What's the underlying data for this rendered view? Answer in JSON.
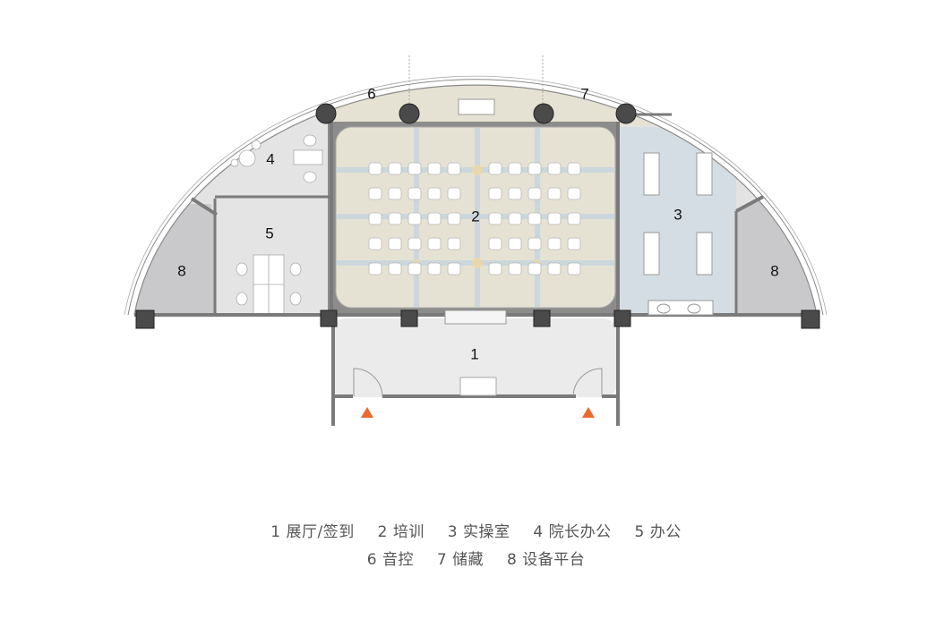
{
  "diagram": {
    "type": "architectural-floor-plan",
    "colors": {
      "training_floor": "#e6e2d3",
      "practice_room": "#d4dde4",
      "office": "#e6e6e6",
      "platform": "#c9c9cc",
      "hall": "#ebebeb",
      "column": "#4a4a4a",
      "wall": "#7a7a7a",
      "entrance_marker": "#ec6a2c",
      "grid_line": "#c2d1da"
    },
    "rooms": [
      {
        "id": "1",
        "label": "1",
        "name": "展厅/签到"
      },
      {
        "id": "2",
        "label": "2",
        "name": "培训",
        "seating": {
          "blocks": 2,
          "rows": 5,
          "seats_per_row_per_block": 5,
          "total": 50
        }
      },
      {
        "id": "3",
        "label": "3",
        "name": "实操室",
        "tables": 4,
        "sinks": 2
      },
      {
        "id": "4",
        "label": "4",
        "name": "院长办公"
      },
      {
        "id": "5",
        "label": "5",
        "name": "办公",
        "desks": 4,
        "chairs": 4
      },
      {
        "id": "6",
        "label": "6",
        "name": "音控"
      },
      {
        "id": "7",
        "label": "7",
        "name": "储藏"
      },
      {
        "id": "8a",
        "label": "8",
        "name": "设备平台"
      },
      {
        "id": "8b",
        "label": "8",
        "name": "设备平台"
      }
    ],
    "entrances": 2
  },
  "legend": {
    "row1": [
      {
        "num": "1",
        "name": "展厅/签到"
      },
      {
        "num": "2",
        "name": "培训"
      },
      {
        "num": "3",
        "name": "实操室"
      },
      {
        "num": "4",
        "name": "院长办公"
      },
      {
        "num": "5",
        "name": "办公"
      }
    ],
    "row2": [
      {
        "num": "6",
        "name": "音控"
      },
      {
        "num": "7",
        "name": "储藏"
      },
      {
        "num": "8",
        "name": "设备平台"
      }
    ]
  }
}
